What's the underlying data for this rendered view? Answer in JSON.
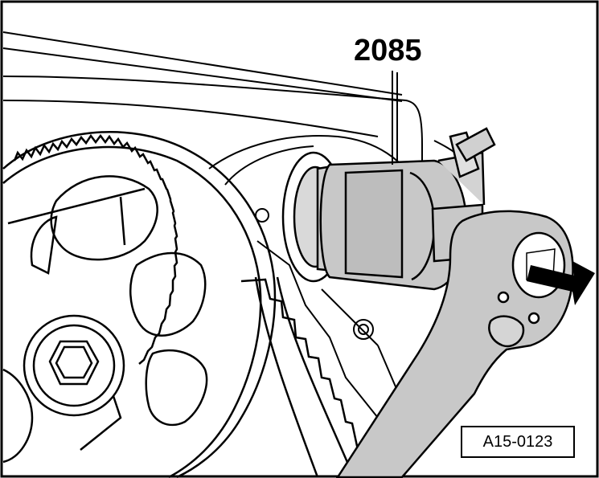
{
  "figure": {
    "callout_label": "2085",
    "figure_id": "A15-0123",
    "colors": {
      "ink": "#000000",
      "tool_gray": "#c8c8c8",
      "background": "#ffffff"
    },
    "parts": [
      "camshaft-sprocket",
      "toothed-belt",
      "nut",
      "counterhold-tool-2085",
      "ring-spanner",
      "direction-arrow"
    ]
  }
}
